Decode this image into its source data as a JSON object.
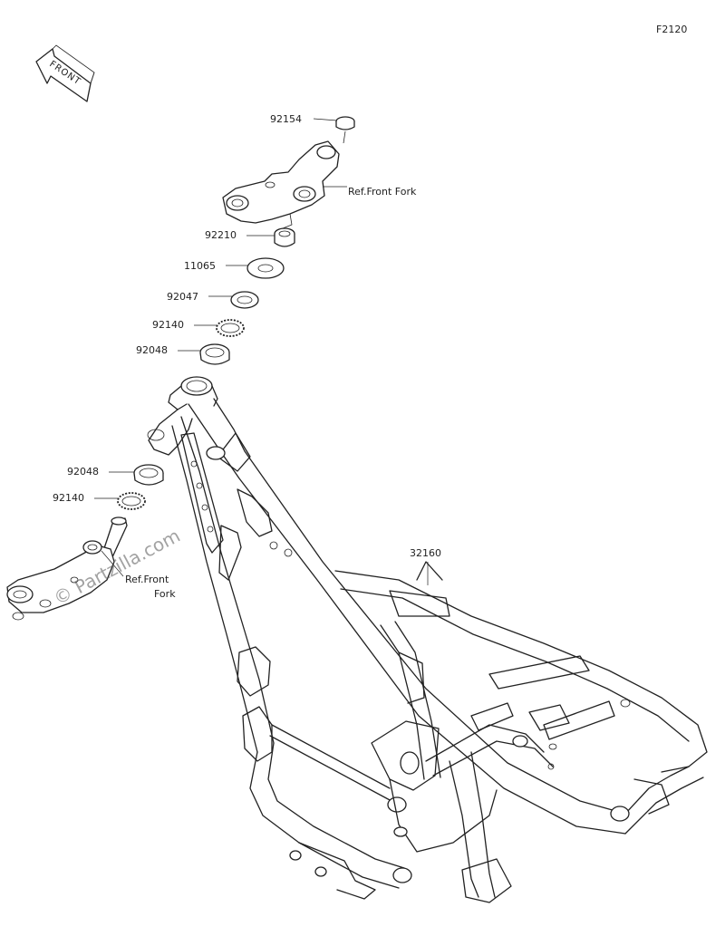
{
  "diagram": {
    "figure_code": "F2120",
    "front_badge": "FRONT",
    "watermark": "© Partzilla.com",
    "frame_part": "32160",
    "callouts": [
      {
        "part": "92154",
        "desc": ""
      },
      {
        "part": "92210",
        "desc": ""
      },
      {
        "part": "11065",
        "desc": ""
      },
      {
        "part": "92047",
        "desc": ""
      },
      {
        "part": "92140",
        "desc": ""
      },
      {
        "part": "92048",
        "desc": ""
      },
      {
        "part": "92048",
        "desc": ""
      },
      {
        "part": "92140",
        "desc": ""
      }
    ],
    "references": {
      "upper": "Ref.Front Fork",
      "lower_line1": "Ref.Front",
      "lower_line2": "Fork"
    }
  }
}
